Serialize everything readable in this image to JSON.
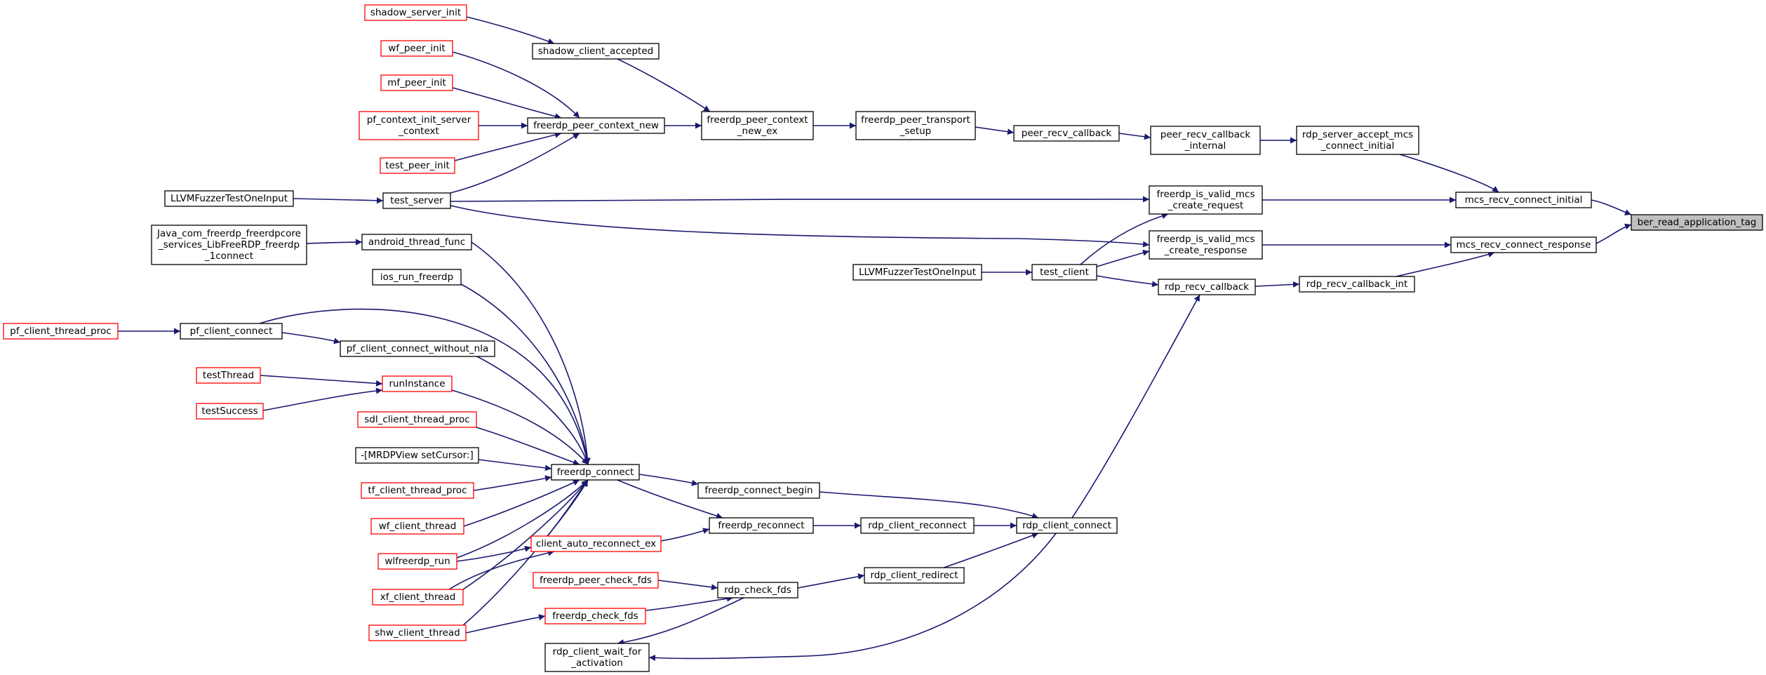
{
  "diagram": {
    "type": "call-graph",
    "colors": {
      "edge": "#191970",
      "node_border": "#000000",
      "truncated_node_border": "#ff0000",
      "focus_fill": "#bfbfbf"
    },
    "nodes": [
      {
        "id": "ber_read_application_tag",
        "lines": [
          "ber_read_application_tag"
        ],
        "style": "focus"
      },
      {
        "id": "mcs_recv_connect_initial",
        "lines": [
          "mcs_recv_connect_initial"
        ],
        "style": "normal"
      },
      {
        "id": "mcs_recv_connect_response",
        "lines": [
          "mcs_recv_connect_response"
        ],
        "style": "normal"
      },
      {
        "id": "rdp_server_accept_mcs",
        "lines": [
          "rdp_server_accept_mcs",
          "_connect_initial"
        ],
        "style": "normal"
      },
      {
        "id": "freerdp_is_valid_mcs_create_request",
        "lines": [
          "freerdp_is_valid_mcs",
          "_create_request"
        ],
        "style": "normal"
      },
      {
        "id": "freerdp_is_valid_mcs_create_response",
        "lines": [
          "freerdp_is_valid_mcs",
          "_create_response"
        ],
        "style": "normal"
      },
      {
        "id": "rdp_recv_callback_int",
        "lines": [
          "rdp_recv_callback_int"
        ],
        "style": "normal"
      },
      {
        "id": "peer_recv_callback_internal",
        "lines": [
          "peer_recv_callback",
          "_internal"
        ],
        "style": "normal"
      },
      {
        "id": "test_server",
        "lines": [
          "test_server"
        ],
        "style": "normal"
      },
      {
        "id": "test_client",
        "lines": [
          "test_client"
        ],
        "style": "normal"
      },
      {
        "id": "rdp_recv_callback",
        "lines": [
          "rdp_recv_callback"
        ],
        "style": "normal"
      },
      {
        "id": "peer_recv_callback",
        "lines": [
          "peer_recv_callback"
        ],
        "style": "normal"
      },
      {
        "id": "LLVMFuzzerTestOneInput_1",
        "lines": [
          "LLVMFuzzerTestOneInput"
        ],
        "style": "normal"
      },
      {
        "id": "LLVMFuzzerTestOneInput_2",
        "lines": [
          "LLVMFuzzerTestOneInput"
        ],
        "style": "normal"
      },
      {
        "id": "rdp_client_connect",
        "lines": [
          "rdp_client_connect"
        ],
        "style": "normal"
      },
      {
        "id": "freerdp_peer_transport_setup",
        "lines": [
          "freerdp_peer_transport",
          "_setup"
        ],
        "style": "normal"
      },
      {
        "id": "freerdp_peer_context_new_ex",
        "lines": [
          "freerdp_peer_context",
          "_new_ex"
        ],
        "style": "normal"
      },
      {
        "id": "freerdp_peer_context_new",
        "lines": [
          "freerdp_peer_context_new"
        ],
        "style": "normal"
      },
      {
        "id": "shadow_client_accepted",
        "lines": [
          "shadow_client_accepted"
        ],
        "style": "normal"
      },
      {
        "id": "shadow_server_init",
        "lines": [
          "shadow_server_init"
        ],
        "style": "truncated"
      },
      {
        "id": "wf_peer_init",
        "lines": [
          "wf_peer_init"
        ],
        "style": "truncated"
      },
      {
        "id": "mf_peer_init",
        "lines": [
          "mf_peer_init"
        ],
        "style": "truncated"
      },
      {
        "id": "pf_context_init_server_context",
        "lines": [
          "pf_context_init_server",
          "_context"
        ],
        "style": "truncated"
      },
      {
        "id": "test_peer_init",
        "lines": [
          "test_peer_init"
        ],
        "style": "truncated"
      },
      {
        "id": "freerdp_connect_begin",
        "lines": [
          "freerdp_connect_begin"
        ],
        "style": "normal"
      },
      {
        "id": "rdp_client_reconnect",
        "lines": [
          "rdp_client_reconnect"
        ],
        "style": "normal"
      },
      {
        "id": "rdp_client_redirect",
        "lines": [
          "rdp_client_redirect"
        ],
        "style": "normal"
      },
      {
        "id": "freerdp_connect",
        "lines": [
          "freerdp_connect"
        ],
        "style": "normal"
      },
      {
        "id": "freerdp_reconnect",
        "lines": [
          "freerdp_reconnect"
        ],
        "style": "normal"
      },
      {
        "id": "rdp_check_fds",
        "lines": [
          "rdp_check_fds"
        ],
        "style": "normal"
      },
      {
        "id": "rdp_client_wait_for_activation",
        "lines": [
          "rdp_client_wait_for",
          "_activation"
        ],
        "style": "normal"
      },
      {
        "id": "android_thread_func",
        "lines": [
          "android_thread_func"
        ],
        "style": "normal"
      },
      {
        "id": "java_connect",
        "lines": [
          "Java_com_freerdp_freerdpcore",
          "_services_LibFreeRDP_freerdp",
          "_1connect"
        ],
        "style": "normal"
      },
      {
        "id": "ios_run_freerdp",
        "lines": [
          "ios_run_freerdp"
        ],
        "style": "normal"
      },
      {
        "id": "pf_client_connect",
        "lines": [
          "pf_client_connect"
        ],
        "style": "normal"
      },
      {
        "id": "pf_client_thread_proc",
        "lines": [
          "pf_client_thread_proc"
        ],
        "style": "truncated"
      },
      {
        "id": "pf_client_connect_without_nla",
        "lines": [
          "pf_client_connect_without_nla"
        ],
        "style": "normal"
      },
      {
        "id": "runInstance",
        "lines": [
          "runInstance"
        ],
        "style": "truncated"
      },
      {
        "id": "testThread",
        "lines": [
          "testThread"
        ],
        "style": "truncated"
      },
      {
        "id": "testSuccess",
        "lines": [
          "testSuccess"
        ],
        "style": "truncated"
      },
      {
        "id": "sdl_client_thread_proc",
        "lines": [
          "sdl_client_thread_proc"
        ],
        "style": "truncated"
      },
      {
        "id": "mrdpview_setcursor",
        "lines": [
          "-[MRDPView setCursor:]"
        ],
        "style": "normal"
      },
      {
        "id": "tf_client_thread_proc",
        "lines": [
          "tf_client_thread_proc"
        ],
        "style": "truncated"
      },
      {
        "id": "wf_client_thread",
        "lines": [
          "wf_client_thread"
        ],
        "style": "truncated"
      },
      {
        "id": "client_auto_reconnect_ex",
        "lines": [
          "client_auto_reconnect_ex"
        ],
        "style": "truncated"
      },
      {
        "id": "wlfreerdp_run",
        "lines": [
          "wlfreerdp_run"
        ],
        "style": "truncated"
      },
      {
        "id": "xf_client_thread",
        "lines": [
          "xf_client_thread"
        ],
        "style": "truncated"
      },
      {
        "id": "shw_client_thread",
        "lines": [
          "shw_client_thread"
        ],
        "style": "truncated"
      },
      {
        "id": "freerdp_peer_check_fds",
        "lines": [
          "freerdp_peer_check_fds"
        ],
        "style": "truncated"
      },
      {
        "id": "freerdp_check_fds",
        "lines": [
          "freerdp_check_fds"
        ],
        "style": "truncated"
      }
    ],
    "edges": [
      {
        "from": "mcs_recv_connect_initial",
        "to": "ber_read_application_tag"
      },
      {
        "from": "mcs_recv_connect_response",
        "to": "ber_read_application_tag"
      },
      {
        "from": "rdp_server_accept_mcs",
        "to": "mcs_recv_connect_initial"
      },
      {
        "from": "freerdp_is_valid_mcs_create_request",
        "to": "mcs_recv_connect_initial"
      },
      {
        "from": "freerdp_is_valid_mcs_create_response",
        "to": "mcs_recv_connect_response"
      },
      {
        "from": "rdp_recv_callback_int",
        "to": "mcs_recv_connect_response"
      },
      {
        "from": "peer_recv_callback_internal",
        "to": "rdp_server_accept_mcs"
      },
      {
        "from": "test_server",
        "to": "freerdp_is_valid_mcs_create_request"
      },
      {
        "from": "test_client",
        "to": "freerdp_is_valid_mcs_create_request"
      },
      {
        "from": "test_server",
        "to": "freerdp_is_valid_mcs_create_response"
      },
      {
        "from": "test_client",
        "to": "freerdp_is_valid_mcs_create_response"
      },
      {
        "from": "rdp_recv_callback",
        "to": "rdp_recv_callback_int"
      },
      {
        "from": "peer_recv_callback",
        "to": "peer_recv_callback_internal"
      },
      {
        "from": "LLVMFuzzerTestOneInput_1",
        "to": "test_server"
      },
      {
        "from": "LLVMFuzzerTestOneInput_2",
        "to": "test_client"
      },
      {
        "from": "test_client",
        "to": "rdp_recv_callback"
      },
      {
        "from": "rdp_client_connect",
        "to": "rdp_recv_callback"
      },
      {
        "from": "freerdp_peer_transport_setup",
        "to": "peer_recv_callback"
      },
      {
        "from": "freerdp_peer_context_new_ex",
        "to": "freerdp_peer_transport_setup"
      },
      {
        "from": "freerdp_peer_context_new",
        "to": "freerdp_peer_context_new_ex"
      },
      {
        "from": "shadow_client_accepted",
        "to": "freerdp_peer_context_new_ex"
      },
      {
        "from": "shadow_server_init",
        "to": "shadow_client_accepted"
      },
      {
        "from": "wf_peer_init",
        "to": "freerdp_peer_context_new"
      },
      {
        "from": "mf_peer_init",
        "to": "freerdp_peer_context_new"
      },
      {
        "from": "pf_context_init_server_context",
        "to": "freerdp_peer_context_new"
      },
      {
        "from": "test_peer_init",
        "to": "freerdp_peer_context_new"
      },
      {
        "from": "test_server",
        "to": "freerdp_peer_context_new"
      },
      {
        "from": "freerdp_connect_begin",
        "to": "rdp_client_connect"
      },
      {
        "from": "rdp_client_reconnect",
        "to": "rdp_client_connect"
      },
      {
        "from": "rdp_client_redirect",
        "to": "rdp_client_connect"
      },
      {
        "from": "freerdp_connect",
        "to": "freerdp_connect_begin"
      },
      {
        "from": "freerdp_reconnect",
        "to": "rdp_client_reconnect"
      },
      {
        "from": "rdp_check_fds",
        "to": "rdp_client_redirect"
      },
      {
        "from": "rdp_client_connect",
        "to": "rdp_client_wait_for_activation"
      },
      {
        "from": "freerdp_connect",
        "to": "freerdp_reconnect"
      },
      {
        "from": "client_auto_reconnect_ex",
        "to": "freerdp_reconnect"
      },
      {
        "from": "freerdp_peer_check_fds",
        "to": "rdp_check_fds"
      },
      {
        "from": "freerdp_check_fds",
        "to": "rdp_check_fds"
      },
      {
        "from": "rdp_check_fds",
        "to": "rdp_client_wait_for_activation"
      },
      {
        "from": "android_thread_func",
        "to": "freerdp_connect"
      },
      {
        "from": "java_connect",
        "to": "android_thread_func"
      },
      {
        "from": "ios_run_freerdp",
        "to": "freerdp_connect"
      },
      {
        "from": "pf_client_connect",
        "to": "freerdp_connect"
      },
      {
        "from": "pf_client_thread_proc",
        "to": "pf_client_connect"
      },
      {
        "from": "pf_client_connect",
        "to": "pf_client_connect_without_nla"
      },
      {
        "from": "pf_client_connect_without_nla",
        "to": "freerdp_connect"
      },
      {
        "from": "runInstance",
        "to": "freerdp_connect"
      },
      {
        "from": "testThread",
        "to": "runInstance"
      },
      {
        "from": "testSuccess",
        "to": "runInstance"
      },
      {
        "from": "sdl_client_thread_proc",
        "to": "freerdp_connect"
      },
      {
        "from": "mrdpview_setcursor",
        "to": "freerdp_connect"
      },
      {
        "from": "tf_client_thread_proc",
        "to": "freerdp_connect"
      },
      {
        "from": "wf_client_thread",
        "to": "freerdp_connect"
      },
      {
        "from": "client_auto_reconnect_ex",
        "to": "freerdp_connect"
      },
      {
        "from": "wlfreerdp_run",
        "to": "freerdp_connect"
      },
      {
        "from": "wlfreerdp_run",
        "to": "client_auto_reconnect_ex"
      },
      {
        "from": "xf_client_thread",
        "to": "freerdp_connect"
      },
      {
        "from": "xf_client_thread",
        "to": "client_auto_reconnect_ex"
      },
      {
        "from": "shw_client_thread",
        "to": "freerdp_connect"
      },
      {
        "from": "shw_client_thread",
        "to": "freerdp_check_fds"
      }
    ]
  }
}
